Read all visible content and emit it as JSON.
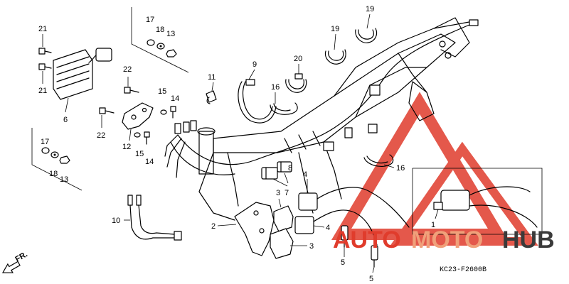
{
  "callouts": {
    "c1": "1",
    "c2": "2",
    "c3a": "3",
    "c3b": "3",
    "c4a": "4",
    "c4b": "4",
    "c5a": "5",
    "c5b": "5",
    "c6": "6",
    "c7": "7",
    "c8": "8",
    "c9": "9",
    "c10": "10",
    "c11": "11",
    "c12": "12",
    "c13a": "13",
    "c13b": "13",
    "c14a": "14",
    "c14b": "14",
    "c15a": "15",
    "c15b": "15",
    "c16a": "16",
    "c16b": "16",
    "c17a": "17",
    "c17b": "17",
    "c18a": "18",
    "c18b": "18",
    "c19a": "19",
    "c19b": "19",
    "c20": "20",
    "c21a": "21",
    "c21b": "21",
    "c22a": "22",
    "c22b": "22"
  },
  "direction_label": "FR.",
  "diagram_code": "KC23-F2600B",
  "watermark": {
    "part1": "AUTO",
    "part2": "MOTO",
    "part3": "HUB"
  },
  "colors": {
    "watermark_red": "#e03c2c",
    "watermark_gray": "#3a3a3a",
    "watermark_orange": "#f0a07a"
  }
}
